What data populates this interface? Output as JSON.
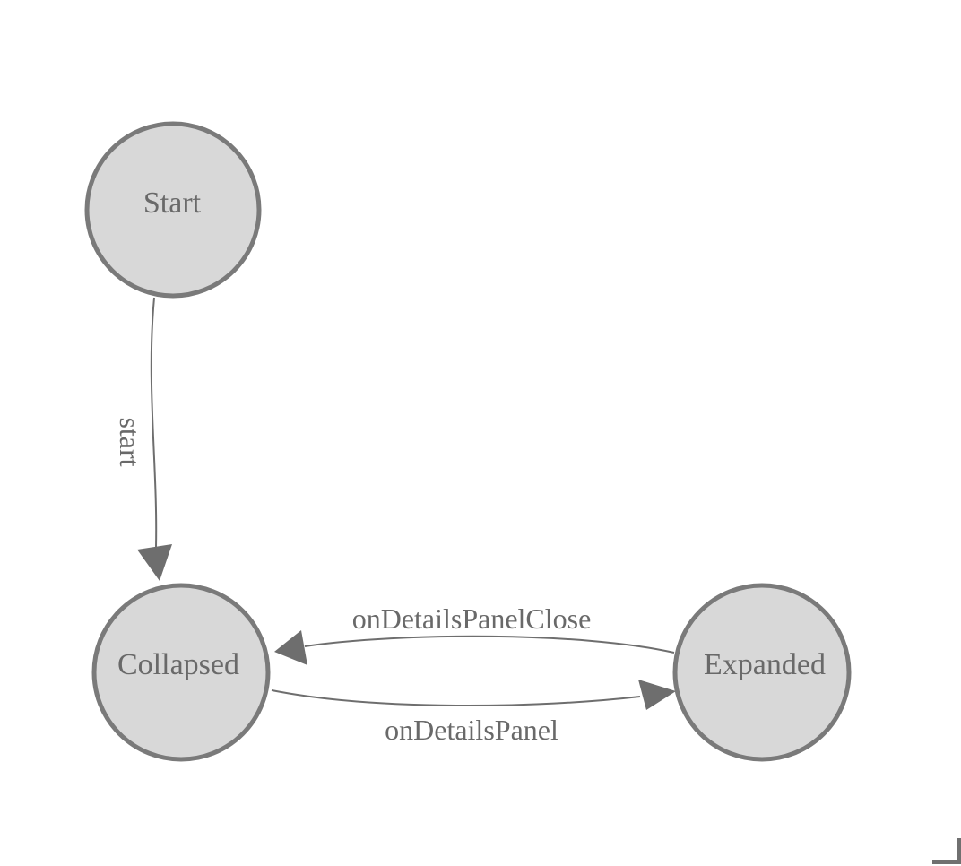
{
  "diagram": {
    "type": "state-machine",
    "background": "#ffffff",
    "nodes": [
      {
        "id": "start",
        "label": "Start"
      },
      {
        "id": "collapsed",
        "label": "Collapsed"
      },
      {
        "id": "expanded",
        "label": "Expanded"
      }
    ],
    "edges": [
      {
        "from": "Start",
        "to": "Collapsed",
        "label": "start",
        "label_orientation": "vertical"
      },
      {
        "from": "Expanded",
        "to": "Collapsed",
        "label": "onDetailsPanelClose",
        "label_orientation": "horizontal"
      },
      {
        "from": "Collapsed",
        "to": "Expanded",
        "label": "onDetailsPanel",
        "label_orientation": "horizontal"
      }
    ],
    "colors": {
      "node_fill": "#d8d8d8",
      "node_border": "#7a7a7a",
      "edge_stroke": "#6e6e6e",
      "label_text": "#696969",
      "corner_mark": "#707070"
    }
  }
}
